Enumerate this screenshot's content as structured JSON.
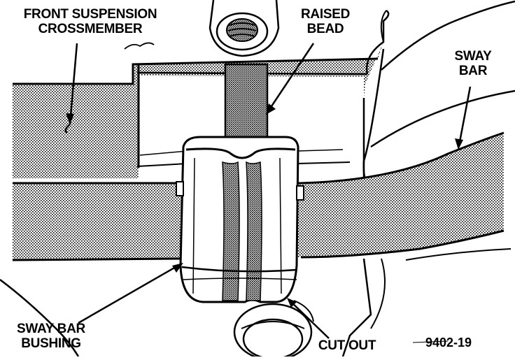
{
  "labels": {
    "crossmember": [
      "FRONT SUSPENSION",
      "CROSSMEMBER"
    ],
    "raised_bead": [
      "RAISED",
      "BEAD"
    ],
    "sway_bar": [
      "SWAY",
      "BAR"
    ],
    "bushing": [
      "SWAY BAR",
      "BUSHING"
    ],
    "cut_out": "CUT OUT",
    "figure_number": "9402-19"
  }
}
